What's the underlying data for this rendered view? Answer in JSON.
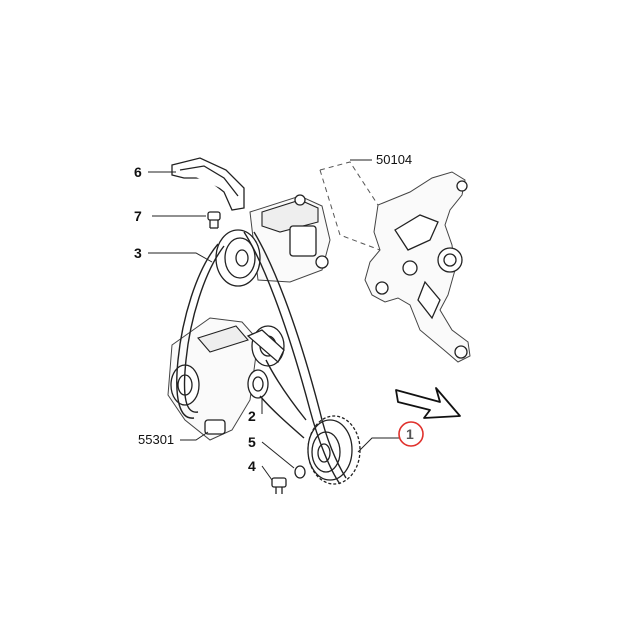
{
  "labels": {
    "l1": "1",
    "l2": "2",
    "l3": "3",
    "l4": "4",
    "l5": "5",
    "l6": "6",
    "l7": "7",
    "l50104": "50104",
    "l55301": "55301"
  },
  "highlight_color": "#e0312c",
  "icons": {
    "direction": "arrow-icon"
  }
}
